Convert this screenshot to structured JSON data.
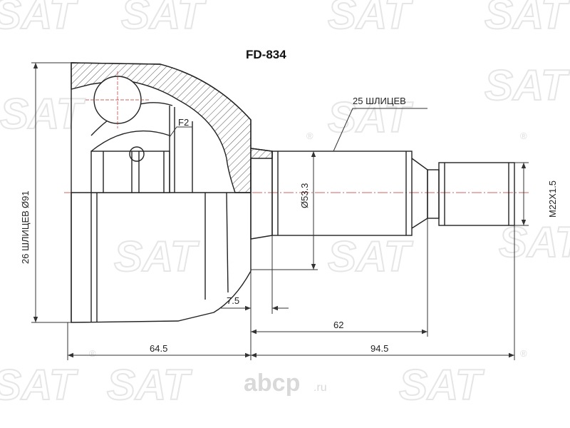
{
  "title": "FD-834",
  "labels": {
    "outer_splines": "26 ШЛИЦЕВ",
    "outer_diameter": "Ø91",
    "inner_splines": "25 ШЛИЦЕВ",
    "f2": "F2",
    "shaft_diameter": "Ø53.3",
    "thread": "M22X1.5",
    "dim_7_5": "7.5",
    "dim_62": "62",
    "dim_64_5": "64.5",
    "dim_94_5": "94.5"
  },
  "watermark": {
    "brand": "SAT",
    "registered": "®",
    "site_logo": "abcp",
    "site_suffix": ".ru"
  },
  "colors": {
    "line": "#222222",
    "dim_line": "#333333",
    "hatch": "#555555",
    "center_line": "#c03030",
    "watermark": "#e6e6e6"
  }
}
